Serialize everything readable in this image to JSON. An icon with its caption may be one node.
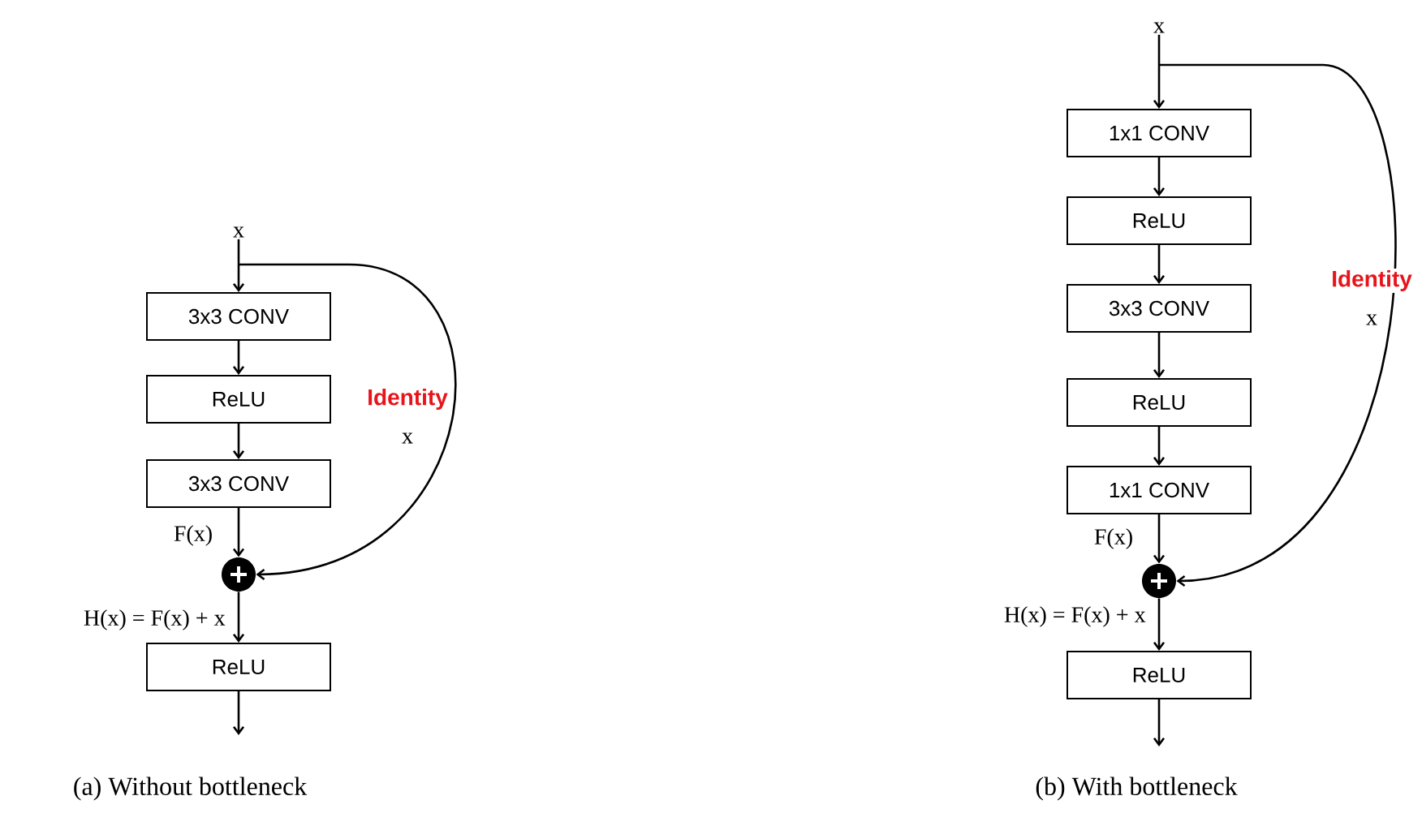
{
  "diagram": {
    "nodes": [
      {
        "text": [
          "x"
        ]
      },
      {
        "text": [
          "3x3 CONV"
        ]
      },
      {
        "text": [
          "ReLU"
        ]
      },
      {
        "text": [
          "3x3 CONV"
        ]
      },
      {
        "text": [],
        "shape": "circle"
      },
      {
        "text": [
          "ReLU"
        ]
      },
      {
        "text": [
          "x"
        ]
      },
      {
        "text": [
          "1x1 CONV"
        ]
      },
      {
        "text": [
          "ReLU"
        ]
      },
      {
        "text": [
          "3x3 CONV"
        ]
      },
      {
        "text": [
          "ReLU"
        ]
      },
      {
        "text": [
          "1x1 CONV"
        ]
      },
      {
        "text": [],
        "shape": "circle"
      },
      {
        "text": [
          "ReLU"
        ]
      }
    ],
    "edges": [
      {
        "from": 0,
        "to": 1,
        "arrow": "to"
      },
      {
        "from": 1,
        "to": 2,
        "arrow": "to"
      },
      {
        "from": 2,
        "to": 3,
        "arrow": "to"
      },
      {
        "from": 3,
        "to": 4,
        "arrow": "to",
        "label": "F(x)"
      },
      {
        "from": 4,
        "to": 5,
        "arrow": "to",
        "label": "H(x) = F(x) + x"
      },
      {
        "from": 5,
        "to": null,
        "arrow": "to"
      },
      {
        "from": 0,
        "to": 4,
        "arrow": "to",
        "label": "Identity"
      },
      {
        "from": 6,
        "to": 7,
        "arrow": "to"
      },
      {
        "from": 7,
        "to": 8,
        "arrow": "to"
      },
      {
        "from": 8,
        "to": 9,
        "arrow": "to"
      },
      {
        "from": 9,
        "to": 10,
        "arrow": "to"
      },
      {
        "from": 10,
        "to": 11,
        "arrow": "to"
      },
      {
        "from": 11,
        "to": 12,
        "arrow": "to",
        "label": "F(x)"
      },
      {
        "from": 12,
        "to": 13,
        "arrow": "to",
        "label": "H(x) = F(x) + x"
      },
      {
        "from": 13,
        "to": null,
        "arrow": "to"
      },
      {
        "from": 6,
        "to": 12,
        "arrow": "to",
        "label": "Identity"
      }
    ],
    "labels": [
      "x",
      "x",
      "(a) Without bottleneck",
      "(b) With bottleneck"
    ]
  }
}
